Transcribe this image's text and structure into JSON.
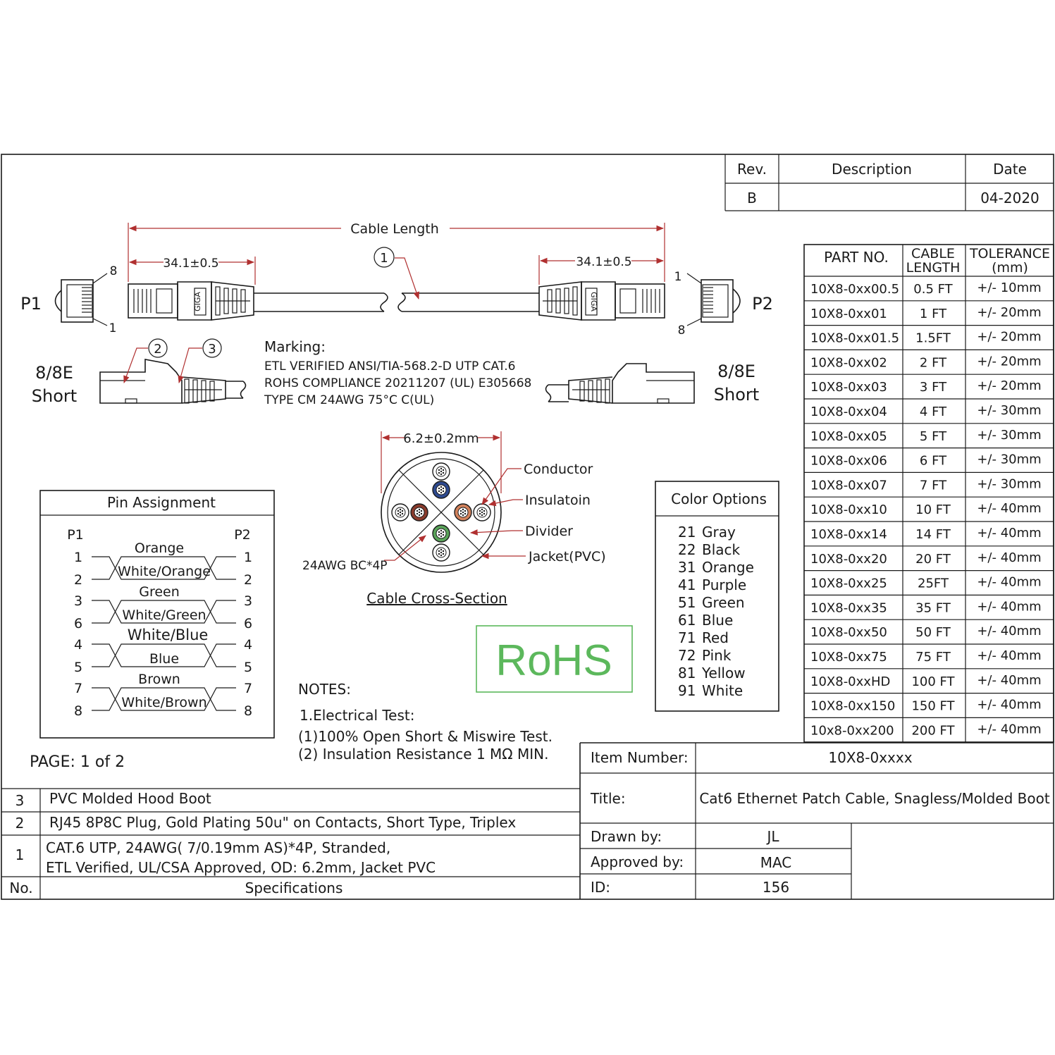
{
  "revision_table": {
    "headers": {
      "rev": "Rev.",
      "description": "Description",
      "date": "Date"
    },
    "row": {
      "rev": "B",
      "description": "",
      "date": "04-2020"
    }
  },
  "cable_drawing": {
    "cable_length_label": "Cable Length",
    "left_dim": "34.1±0.5",
    "right_dim": "34.1±0.5",
    "p1_label": "P1",
    "p2_label": "P2",
    "pin_8_left": "8",
    "pin_1_left": "1",
    "pin_1_right": "1",
    "pin_8_right": "8",
    "callout_1": "1",
    "callout_2": "2",
    "callout_3": "3",
    "boot_text": "GIGA",
    "left_short_line1": "8/8E",
    "left_short_line2": "Short",
    "right_short_line1": "8/8E",
    "right_short_line2": "Short"
  },
  "marking": {
    "title": "Marking:",
    "lines": [
      "ETL VERIFIED ANSI/TIA-568.2-D UTP CAT.6",
      "ROHS COMPLIANCE  20211207  (UL) E305668",
      "TYPE CM 24AWG 75°C   C(UL)"
    ]
  },
  "cross_section": {
    "diameter": "6.2±0.2mm",
    "labels": {
      "conductor": "Conductor",
      "insulation": "Insulatoin",
      "divider": "Divider",
      "jacket": "Jacket(PVC)",
      "awg": "24AWG BC*4P"
    },
    "caption": "Cable Cross-Section",
    "pair_colors": {
      "orange": "#d2825c",
      "brown": "#8a3b2c",
      "blue": "#2e4a8f",
      "green": "#5aa35a"
    }
  },
  "pin_assignment": {
    "title": "Pin Assignment",
    "left_header": "P1",
    "right_header": "P2",
    "pins_left": [
      "1",
      "2",
      "3",
      "6",
      "4",
      "5",
      "7",
      "8"
    ],
    "pins_right": [
      "1",
      "2",
      "3",
      "6",
      "4",
      "5",
      "7",
      "8"
    ],
    "pair_labels": [
      {
        "top": "Orange",
        "bottom": "White/Orange"
      },
      {
        "top": "Green",
        "bottom": "White/Green"
      },
      {
        "top": "White/Blue",
        "bottom": "Blue"
      },
      {
        "top": "Brown",
        "bottom": "White/Brown"
      }
    ]
  },
  "page_label": "PAGE: 1 of 2",
  "rohs": {
    "text": "RoHS",
    "color": "#5cb85c"
  },
  "notes": {
    "title": "NOTES:",
    "lines": [
      "1.Electrical Test:",
      "(1)100% Open Short & Miswire Test.",
      "(2) Insulation Resistance 1 MΩ  MIN."
    ]
  },
  "color_options": {
    "title": "Color Options",
    "items": [
      {
        "code": "21",
        "name": "Gray"
      },
      {
        "code": "22",
        "name": "Black"
      },
      {
        "code": "31",
        "name": "Orange"
      },
      {
        "code": "41",
        "name": "Purple"
      },
      {
        "code": "51",
        "name": "Green"
      },
      {
        "code": "61",
        "name": "Blue"
      },
      {
        "code": "71",
        "name": "Red"
      },
      {
        "code": "72",
        "name": "Pink"
      },
      {
        "code": "81",
        "name": "Yellow"
      },
      {
        "code": "91",
        "name": "White"
      }
    ]
  },
  "parts_table": {
    "headers": {
      "part": "PART NO.",
      "length1": "CABLE",
      "length2": "LENGTH",
      "tol1": "TOLERANCE",
      "tol2": "(mm)"
    },
    "rows": [
      {
        "part": "10X8-0xx00.5",
        "length": "0.5 FT",
        "tol": "+/- 10mm"
      },
      {
        "part": "10X8-0xx01",
        "length": "1 FT",
        "tol": "+/- 20mm"
      },
      {
        "part": "10X8-0xx01.5",
        "length": "1.5FT",
        "tol": "+/- 20mm"
      },
      {
        "part": "10X8-0xx02",
        "length": "2 FT",
        "tol": "+/- 20mm"
      },
      {
        "part": "10X8-0xx03",
        "length": "3 FT",
        "tol": "+/- 20mm"
      },
      {
        "part": "10X8-0xx04",
        "length": "4 FT",
        "tol": "+/- 30mm"
      },
      {
        "part": "10X8-0xx05",
        "length": "5 FT",
        "tol": "+/- 30mm"
      },
      {
        "part": "10X8-0xx06",
        "length": "6 FT",
        "tol": "+/- 30mm"
      },
      {
        "part": "10X8-0xx07",
        "length": "7 FT",
        "tol": "+/- 30mm"
      },
      {
        "part": "10X8-0xx10",
        "length": "10 FT",
        "tol": "+/- 40mm"
      },
      {
        "part": "10X8-0xx14",
        "length": "14 FT",
        "tol": "+/- 40mm"
      },
      {
        "part": "10X8-0xx20",
        "length": "20 FT",
        "tol": "+/- 40mm"
      },
      {
        "part": "10X8-0xx25",
        "length": "25FT",
        "tol": "+/- 40mm"
      },
      {
        "part": "10X8-0xx35",
        "length": "35 FT",
        "tol": "+/- 40mm"
      },
      {
        "part": "10X8-0xx50",
        "length": "50 FT",
        "tol": "+/- 40mm"
      },
      {
        "part": "10X8-0xx75",
        "length": "75 FT",
        "tol": "+/- 40mm"
      },
      {
        "part": "10X8-0xxHD",
        "length": "100 FT",
        "tol": "+/- 40mm"
      },
      {
        "part": "10X8-0xx150",
        "length": "150 FT",
        "tol": "+/- 40mm"
      },
      {
        "part": "10x8-0xx200",
        "length": "200 FT",
        "tol": "+/- 40mm"
      }
    ]
  },
  "spec_table": {
    "rows": [
      {
        "no": "3",
        "spec": [
          "PVC Molded Hood Boot"
        ]
      },
      {
        "no": "2",
        "spec": [
          "RJ45 8P8C  Plug, Gold Plating 50u\" on Contacts, Short Type, Triplex"
        ]
      },
      {
        "no": "1",
        "spec": [
          "CAT.6 UTP, 24AWG( 7/0.19mm AS)*4P, Stranded,",
          "ETL Verified, UL/CSA Approved, OD: 6.2mm, Jacket PVC"
        ]
      }
    ],
    "footer": {
      "no": "No.",
      "spec": "Specifications"
    }
  },
  "title_block": {
    "item_number_label": "Item Number:",
    "item_number": "10X8-0xxxx",
    "title_label": "Title:",
    "title": "Cat6 Ethernet Patch Cable, Snagless/Molded Boot",
    "drawn_by_label": "Drawn by:",
    "drawn_by": "JL",
    "approved_by_label": "Approved by:",
    "approved_by": "MAC",
    "id_label": "ID:",
    "id": "156"
  }
}
